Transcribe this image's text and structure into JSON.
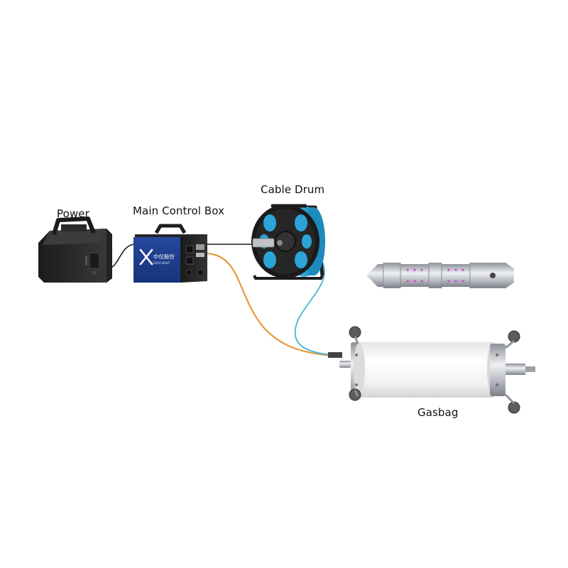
{
  "labels": {
    "power": "Power",
    "main_control_box": "Main Control Box",
    "cable_drum": "Cable Drum",
    "gasbag": "Gasbag"
  },
  "brand": {
    "logo_text_cn": "中仪股份",
    "logo_text_en": "EASY-SIGHT"
  },
  "colors": {
    "device_body": "#2b2b2b",
    "control_box_panel": "#1f3f8f",
    "cable_drum_reel": "#2ba4d8",
    "orange_cable": "#e59a3c",
    "blue_cable": "#4ab4d8",
    "gasbag_body": "#f2f2f2",
    "metal": "#b8bcc2"
  }
}
